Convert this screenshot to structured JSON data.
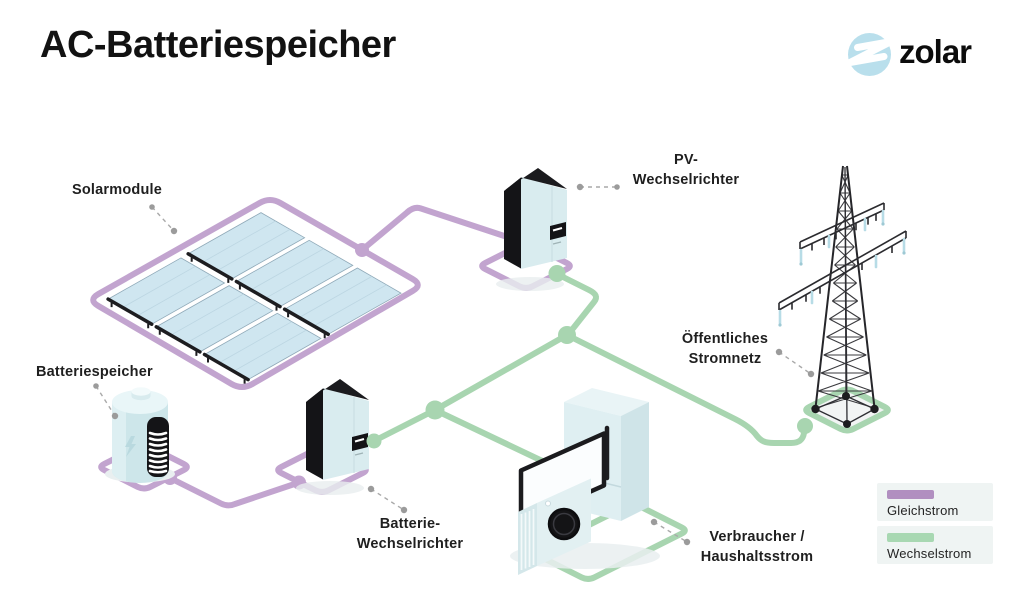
{
  "title": "AC-Batteriespeicher",
  "logo": {
    "wordmark": "zolar"
  },
  "labels": {
    "solar": "Solarmodule",
    "pv_inverter_line1": "PV-",
    "pv_inverter_line2": "Wechselrichter",
    "grid_line1": "Öffentliches",
    "grid_line2": "Stromnetz",
    "battery": "Batteriespeicher",
    "battery_inverter_line1": "Batterie-",
    "battery_inverter_line2": "Wechselrichter",
    "household_line1": "Verbraucher /",
    "household_line2": "Haushaltsstrom"
  },
  "legend": {
    "items": [
      {
        "label": "Gleichstrom",
        "color": "#b18fc0"
      },
      {
        "label": "Wechselstrom",
        "color": "#a8d8b2"
      }
    ]
  },
  "colors": {
    "dc_line": "#c2a4cf",
    "ac_line": "#a8d5b0",
    "device_light": "#d9ecef",
    "device_dark": "#17171a",
    "grid_platform_fill": "#f2f4f4",
    "logo_circle": "#b9dfec",
    "background": "#ffffff",
    "text": "#1c1c1c"
  }
}
